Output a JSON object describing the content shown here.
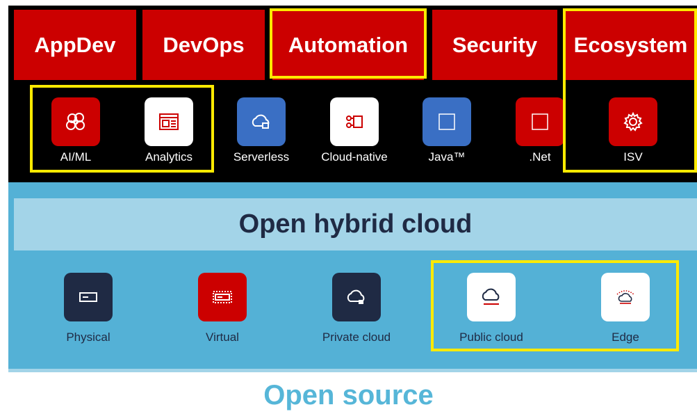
{
  "pillars": [
    {
      "label": "AppDev"
    },
    {
      "label": "DevOps"
    },
    {
      "label": "Automation"
    },
    {
      "label": "Security"
    },
    {
      "label": "Ecosystem"
    }
  ],
  "workloads": [
    {
      "label": "AI/ML",
      "icon": "brain-icon"
    },
    {
      "label": "Analytics",
      "icon": "analytics-window-icon"
    },
    {
      "label": "Serverless",
      "icon": "serverless-cloud-icon"
    },
    {
      "label": "Cloud-native",
      "icon": "cloud-native-icon"
    },
    {
      "label": "Java™",
      "icon": "java-square-icon"
    },
    {
      "label": ".Net",
      "icon": "dotnet-square-icon"
    },
    {
      "label": "ISV",
      "icon": "gear-icon"
    }
  ],
  "platform": {
    "title": "Open hybrid cloud"
  },
  "footprints": [
    {
      "label": "Physical",
      "icon": "server-icon"
    },
    {
      "label": "Virtual",
      "icon": "virtual-server-icon"
    },
    {
      "label": "Private cloud",
      "icon": "private-cloud-icon"
    },
    {
      "label": "Public cloud",
      "icon": "public-cloud-icon"
    },
    {
      "label": "Edge",
      "icon": "edge-cloud-icon"
    }
  ],
  "foundation": {
    "title": "Open source"
  },
  "colors": {
    "red": "#cc0000",
    "navy": "#1f2a44",
    "blue": "#3a6fc4",
    "highlight": "#ffea00",
    "sky": "#54b1d6",
    "light_sky": "#a3d4e8"
  }
}
